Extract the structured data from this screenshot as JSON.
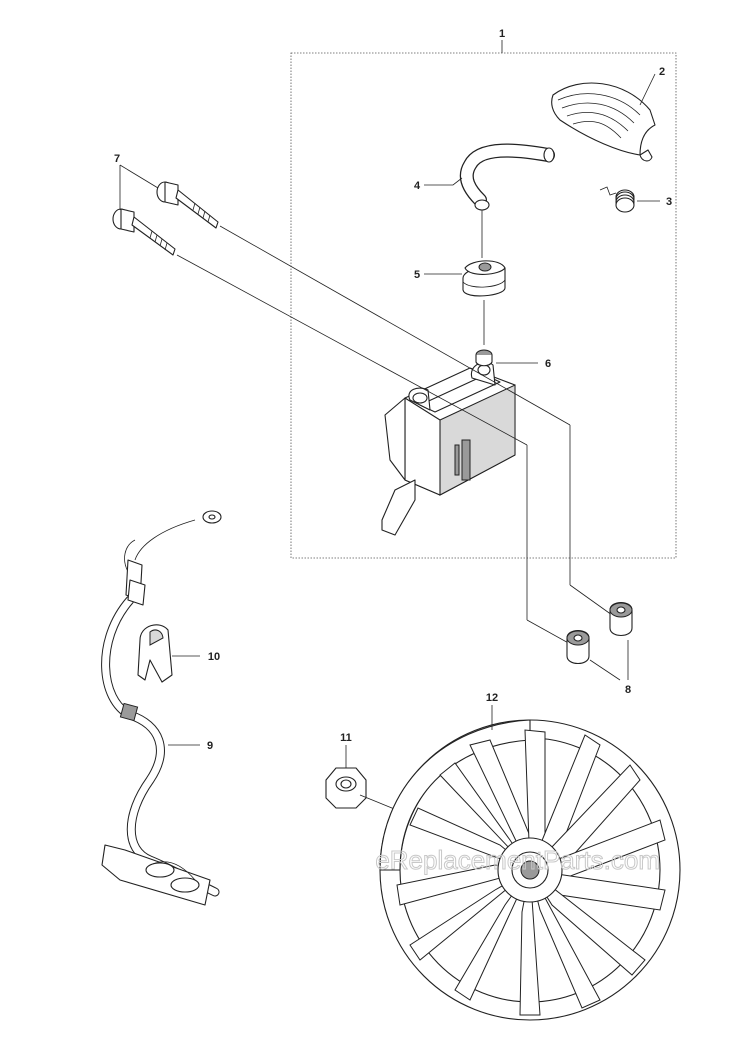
{
  "callouts": {
    "c1": "1",
    "c2": "2",
    "c3": "3",
    "c4": "4",
    "c5": "5",
    "c6": "6",
    "c7": "7",
    "c8": "8",
    "c9": "9",
    "c10": "10",
    "c11": "11",
    "c12": "12"
  },
  "watermark": "eReplacementParts.com"
}
